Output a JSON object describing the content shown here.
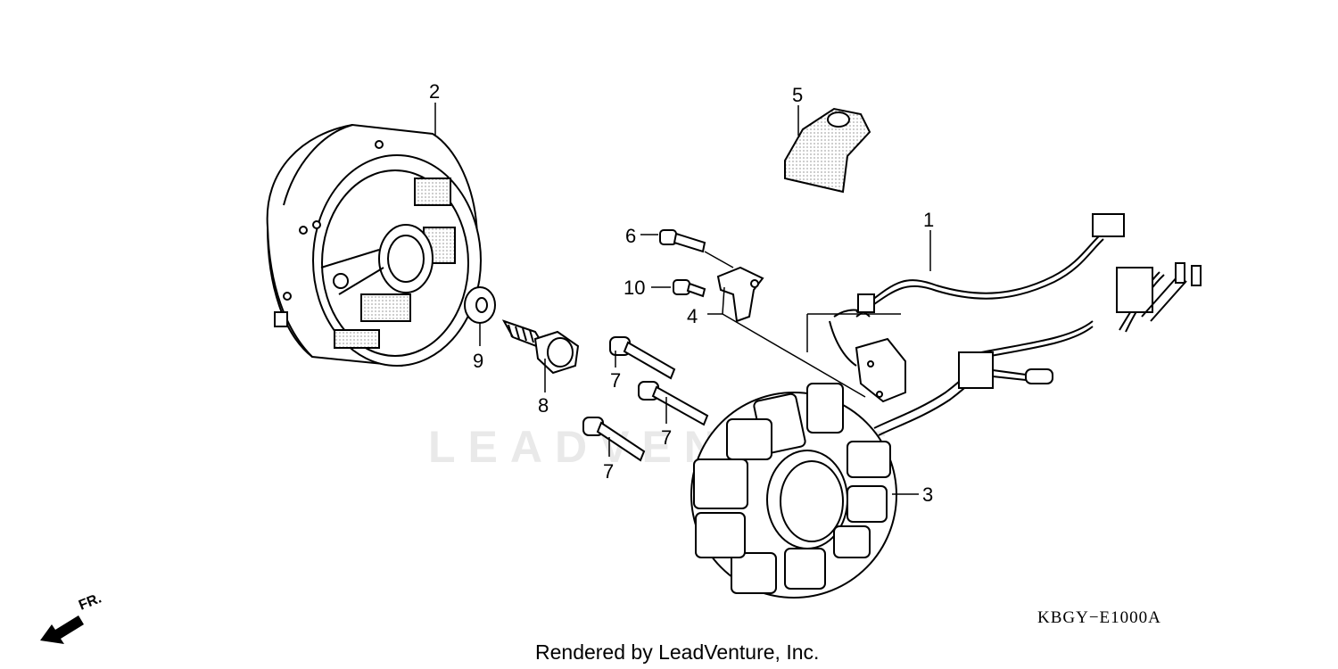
{
  "diagram": {
    "watermark": "LEADVENTURE",
    "code": "KBGY−E1000A",
    "credit": "Rendered by LeadVenture, Inc.",
    "front_indicator": "FR.",
    "callouts": {
      "c1": "1",
      "c2": "2",
      "c3": "3",
      "c4": "4",
      "c5": "5",
      "c6": "6",
      "c7a": "7",
      "c7b": "7",
      "c7c": "7",
      "c8": "8",
      "c9": "9",
      "c10": "10"
    }
  }
}
